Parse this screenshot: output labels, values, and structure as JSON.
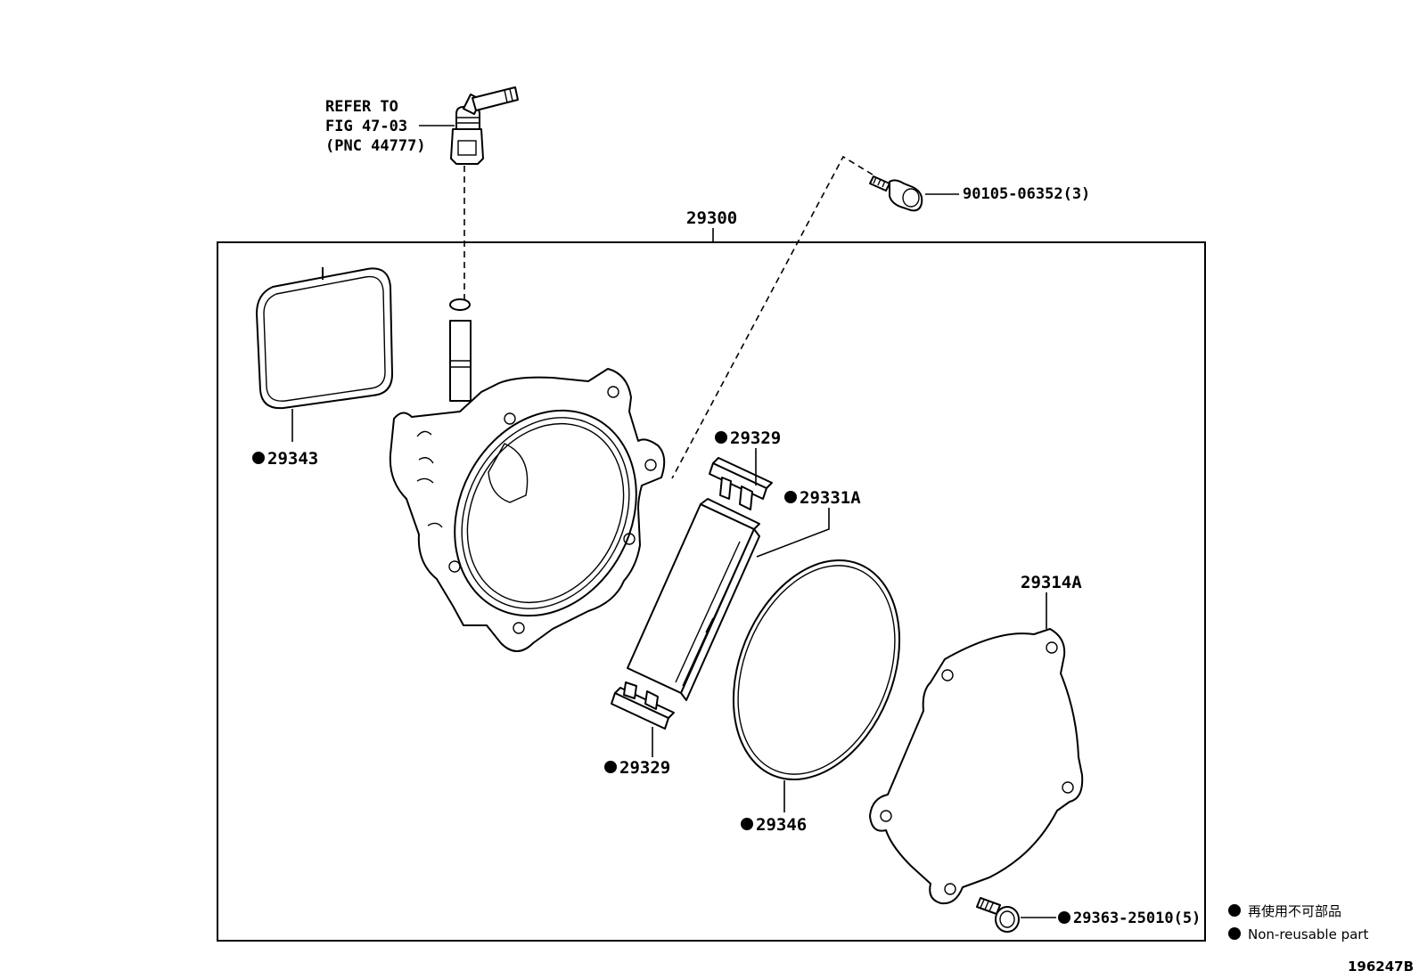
{
  "diagram": {
    "refer_note": [
      "REFER TO",
      "FIG 47-03",
      "(PNC 44777)"
    ],
    "assembly_number": "29300",
    "bolt_label": "90105-06352(3)",
    "parts": {
      "gasket": "29343",
      "vane_top": "29329",
      "vane_bottom": "29329",
      "rotor_blade": "29331A",
      "o_ring": "29346",
      "cover": "29314A",
      "cover_screw": "29363-25010(5)"
    },
    "legend": {
      "japanese": "再使用不可部品",
      "english": "Non-reusable part"
    },
    "figure_id": "196247B"
  }
}
